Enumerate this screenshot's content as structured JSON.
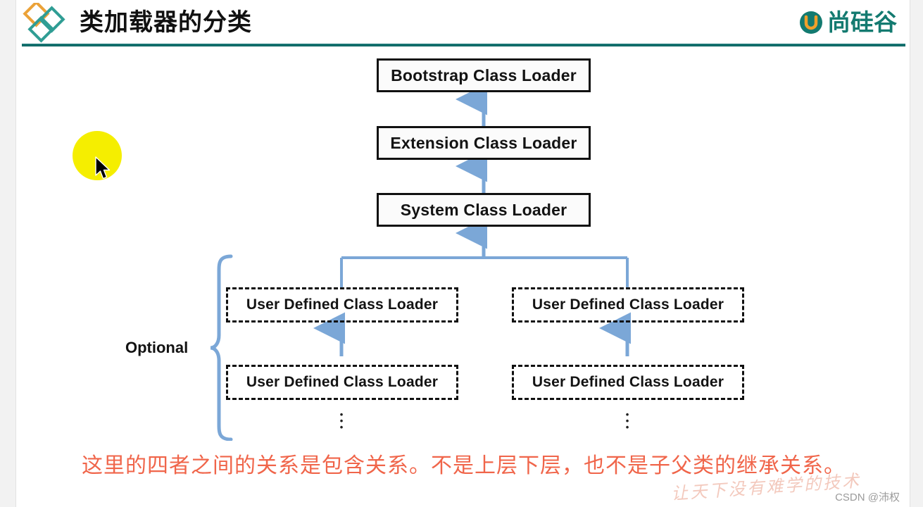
{
  "header": {
    "title": "类加载器的分类",
    "brand_logo_text": "尚硅谷",
    "brand_mark_icon": "u-circle-icon",
    "diamond_icon": "diamond-logo-icon",
    "rule_color": "#0f6e6e",
    "diamond_colors": {
      "orange": "#eba238",
      "teal": "#2f9d94"
    }
  },
  "diagram": {
    "optional_label": "Optional",
    "solid_boxes": [
      {
        "label": "Bootstrap Class Loader"
      },
      {
        "label": "Extension Class Loader"
      },
      {
        "label": "System Class Loader"
      }
    ],
    "dashed_boxes": [
      {
        "label": "User Defined Class Loader"
      },
      {
        "label": "User Defined Class Loader"
      },
      {
        "label": "User Defined Class Loader"
      },
      {
        "label": "User Defined Class Loader"
      }
    ],
    "ellipsis": "⋮",
    "arrow_color": "#7ba7d7",
    "brace_color": "#7ba7d7",
    "box_border_color": "#111111"
  },
  "caption": {
    "text": "这里的四者之间的关系是包含关系。不是上层下层，也不是子父类的继承关系。",
    "color": "#f0654a"
  },
  "watermark": {
    "text": "让天下没有难学的技术"
  },
  "credit": {
    "text": "CSDN @沛权"
  },
  "cursor": {
    "highlight_color": "#f5ee00",
    "icon": "mouse-pointer-icon"
  }
}
